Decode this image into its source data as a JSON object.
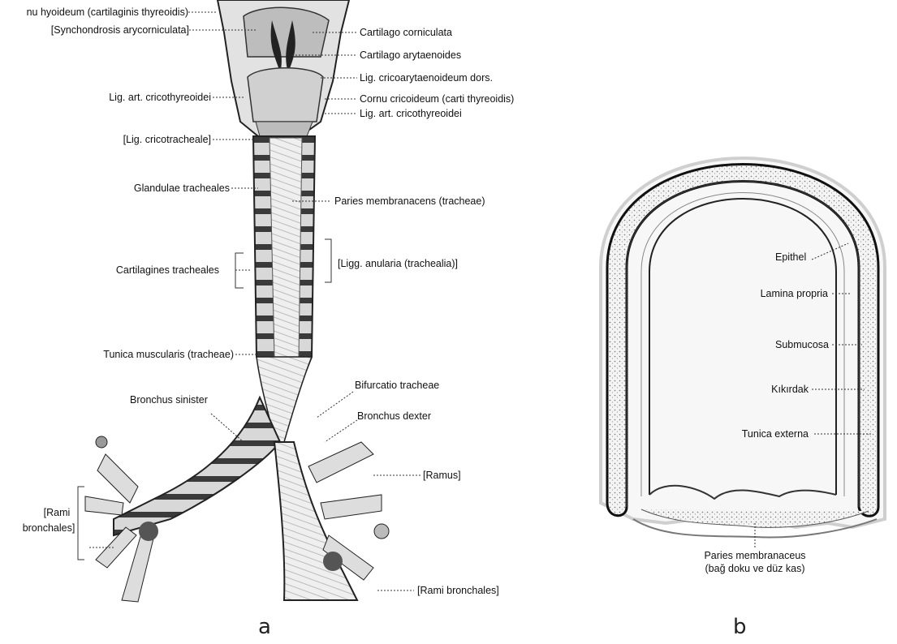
{
  "panel_a": {
    "letter": "a",
    "labels": {
      "cornu_hyoideum": "nu hyoideum (cartilaginis thyreoidis)",
      "synchondrosis": "[Synchondrosis arycorniculata]",
      "cartilago_corniculata": "Cartilago corniculata",
      "cartilago_arytaenoides": "Cartilago arytaenoides",
      "lig_cricoarytaenoideum": "Lig. cricoarytaenoideum dors.",
      "lig_art_cricothyreoidei_left": "Lig. art. cricothyreoidei",
      "cornu_cricoideum": "Cornu cricoideum (carti thyreoidis)",
      "lig_art_cricothyreoidei_right": "Lig. art. cricothyreoidei",
      "lig_cricotracheale": "[Lig. cricotracheale]",
      "glandulae_tracheales": "Glandulae tracheales",
      "paries_membranacens": "Paries membranacens (tracheae)",
      "ligg_anularia": "[Ligg. anularia (trachealia)]",
      "cartilagines_tracheales": "Cartilagines tracheales",
      "tunica_muscularis": "Tunica muscularis (tracheae)",
      "bifurcatio_tracheae": "Bifurcatio tracheae",
      "bronchus_sinister": "Bronchus sinister",
      "bronchus_dexter": "Bronchus dexter",
      "ramus": "[Ramus]",
      "rami_bronchales_left_1": "[Rami",
      "rami_bronchales_left_2": "bronchales]",
      "rami_bronchales_right": "[Rami bronchales]"
    }
  },
  "panel_b": {
    "letter": "b",
    "labels": {
      "epithel": "Epithel",
      "lamina_propria": "Lamina propria",
      "submucosa": "Submucosa",
      "kikirdak": "Kıkırdak",
      "tunica_externa": "Tunica externa",
      "paries_membranaceus": "Paries membranaceus",
      "paries_membranaceus_sub": "(bağ doku ve düz kas)"
    }
  }
}
